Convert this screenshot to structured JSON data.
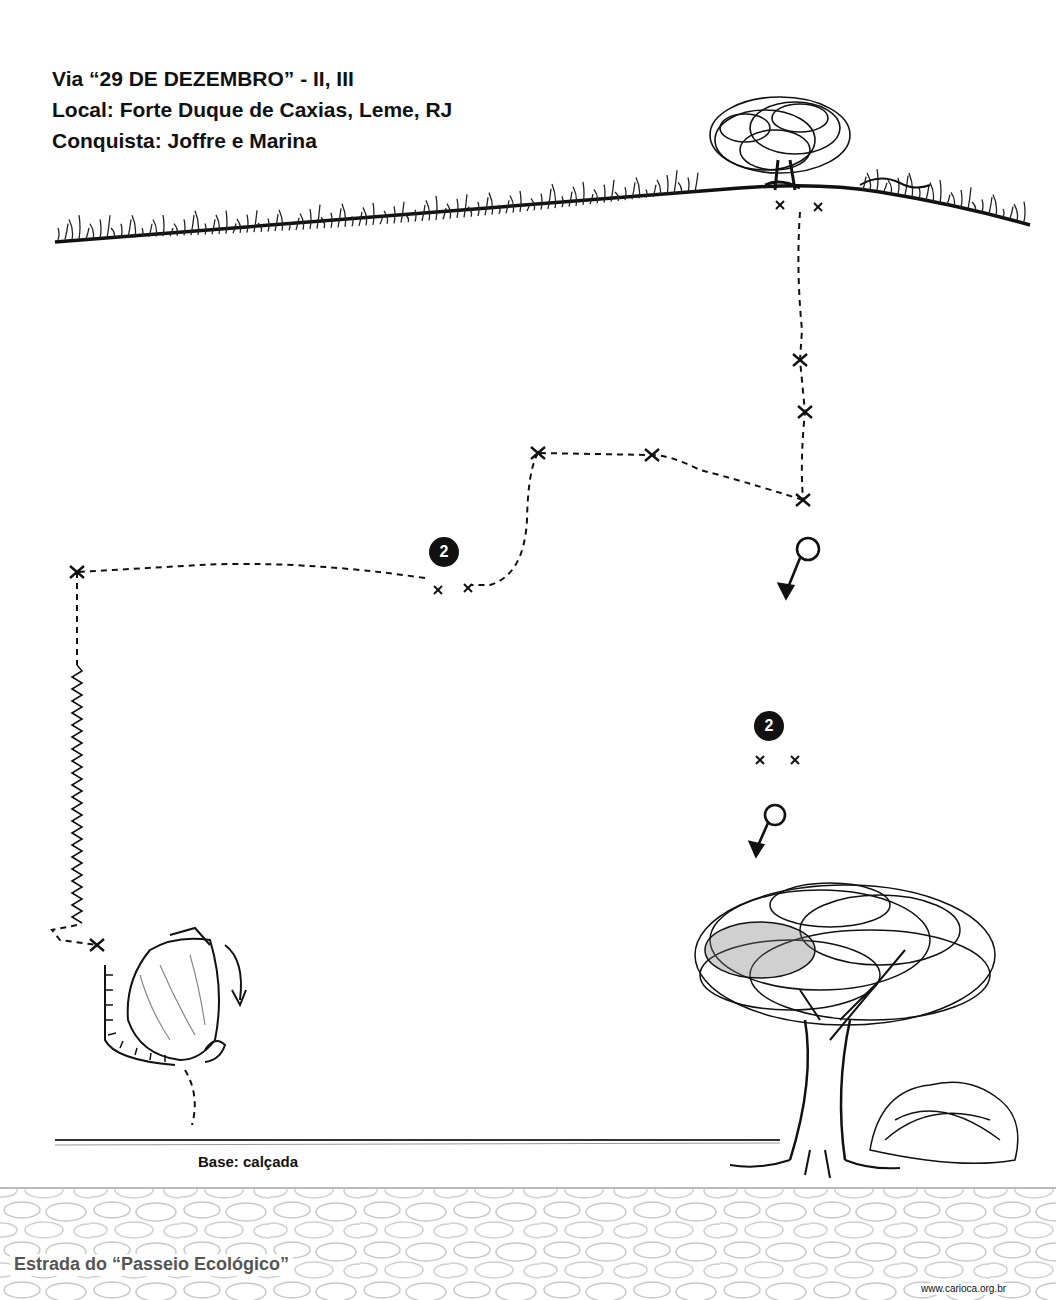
{
  "diagram": {
    "title": "Via “29 DE DEZEMBRO” - II, III",
    "nodes": [
      {
        "text": [
          "2"
        ]
      },
      {
        "text": [
          "2"
        ]
      }
    ],
    "labels": [
      "Local: Forte Duque de Caxias, Leme, RJ",
      "Conquista: Joffre e Marina",
      "Base: calçada",
      "Estrada do “Passeio Ecológico”",
      "www.carioca.org.br"
    ]
  }
}
